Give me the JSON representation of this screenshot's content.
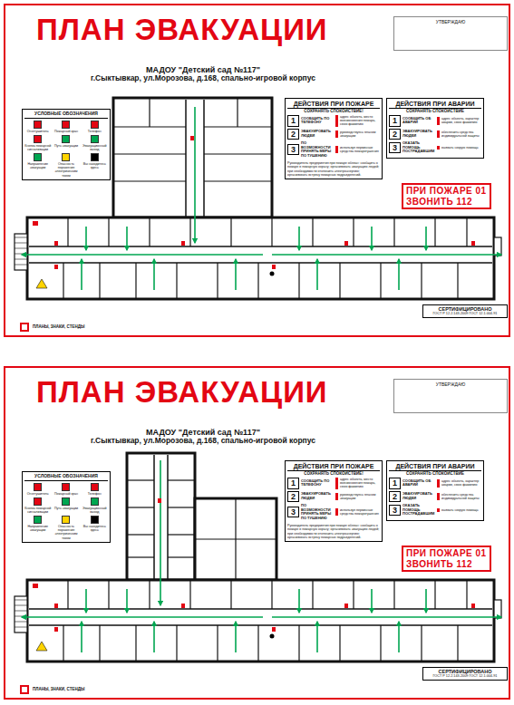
{
  "diagram": {
    "nodes": [
      {
        "text": [
          "ПЛАН ЭВАКУАЦИИ",
          "МАДОУ \"Детский сад №117\"",
          "г.Сыктывкар, ул.Морозова, д.168, спально-игровой корпус"
        ]
      },
      {
        "text": [
          "УТВЕРЖДАЮ"
        ],
        "in": 0
      },
      {
        "text": [
          "УСЛОВНЫЕ ОБОЗНАЧЕНИЯ"
        ],
        "in": 0
      },
      {
        "text": [
          "ДЕЙСТВИЯ ПРИ ПОЖАРЕ",
          "СОХРАНЯТЬ СПОКОЙСТВИЕ!",
          "Руководитель предприятия при пожаре обязан: сообщить о пожаре в пожарную охрану; организовать эвакуацию людей; при необходимости отключить электроэнергию; организовать встречу пожарных подразделений."
        ],
        "in": 0
      },
      {
        "text": [
          "1",
          "СООБЩИТЬ ПО ТЕЛЕФОНУ",
          "адрес объекта, место возникновения пожара, свою фамилию"
        ],
        "in": 3
      },
      {
        "text": [
          "2",
          "ЭВАКУИРОВАТЬ ЛЮДЕЙ",
          "руководствуясь планом эвакуации"
        ],
        "in": 3
      },
      {
        "text": [
          "3",
          "ПО ВОЗМОЖНОСТИ ПРИНЯТЬ МЕРЫ ПО ТУШЕНИЮ",
          "используя первичные средства пожаротушения"
        ],
        "in": 3
      },
      {
        "text": [
          "ДЕЙСТВИЯ ПРИ АВАРИИ",
          "СОХРАНЯТЬ СПОКОЙСТВИЕ"
        ],
        "in": 0
      },
      {
        "text": [
          "1",
          "СООБЩИТЬ ОБ АВАРИИ",
          "адрес объекта, характер аварии, свою фамилию"
        ],
        "in": 7
      },
      {
        "text": [
          "2",
          "ЭВАКУИРОВАТЬ ЛЮДЕЙ",
          "обеспечить средства индивидуальной защиты"
        ],
        "in": 7
      },
      {
        "text": [
          "3",
          "ОКАЗАТЬ ПОМОЩЬ ПОСТРАДАВШИМ",
          "вызвать скорую помощь"
        ],
        "in": 7
      },
      {
        "text": [
          "ПРИ ПОЖАРЕ 01",
          "ЗВОНИТЬ 112"
        ],
        "in": 0
      },
      {
        "text": [
          "СЕРТИФИЦИРОВАНО",
          "ГОСТ Р 12.2.143-2009 ГОСТ 12.1.004-91"
        ],
        "in": 0
      },
      {
        "text": [
          "ПЛАН ЭВАКУАЦИИ",
          "МАДОУ \"Детский сад №117\"",
          "г.Сыктывкар, ул.Морозова, д.168, спально-игровой корпус"
        ]
      },
      {
        "text": [
          "УТВЕРЖДАЮ"
        ],
        "in": 13
      },
      {
        "text": [
          "УСЛОВНЫЕ ОБОЗНАЧЕНИЯ"
        ],
        "in": 13
      },
      {
        "text": [
          "ДЕЙСТВИЯ ПРИ ПОЖАРЕ",
          "СОХРАНЯТЬ СПОКОЙСТВИЕ!",
          "Руководитель предприятия при пожаре обязан: сообщить о пожаре в пожарную охрану; организовать эвакуацию людей; при необходимости отключить электроэнергию; организовать встречу пожарных подразделений."
        ],
        "in": 13
      },
      {
        "text": [
          "1",
          "СООБЩИТЬ ПО ТЕЛЕФОНУ",
          "адрес объекта, место возникновения пожара, свою фамилию"
        ],
        "in": 16
      },
      {
        "text": [
          "2",
          "ЭВАКУИРОВАТЬ ЛЮДЕЙ",
          "руководствуясь планом эвакуации"
        ],
        "in": 16
      },
      {
        "text": [
          "3",
          "ПО ВОЗМОЖНОСТИ ПРИНЯТЬ МЕРЫ ПО ТУШЕНИЮ",
          "используя первичные средства пожаротушения"
        ],
        "in": 16
      },
      {
        "text": [
          "ДЕЙСТВИЯ ПРИ АВАРИИ",
          "СОХРАНЯТЬ СПОКОЙСТВИЕ"
        ],
        "in": 13
      },
      {
        "text": [
          "1",
          "СООБЩИТЬ ОБ АВАРИИ",
          "адрес объекта, характер аварии, свою фамилию"
        ],
        "in": 20
      },
      {
        "text": [
          "2",
          "ЭВАКУИРОВАТЬ ЛЮДЕЙ",
          "обеспечить средства индивидуальной защиты"
        ],
        "in": 20
      },
      {
        "text": [
          "3",
          "ОКАЗАТЬ ПОМОЩЬ ПОСТРАДАВШИМ",
          "вызвать скорую помощь"
        ],
        "in": 20
      },
      {
        "text": [
          "ПРИ ПОЖАРЕ 01",
          "ЗВОНИТЬ 112"
        ],
        "in": 13
      },
      {
        "text": [
          "СЕРТИФИЦИРОВАНО",
          "ГОСТ Р 12.2.143-2009 ГОСТ 12.1.004-91"
        ],
        "in": 13
      }
    ],
    "labels": [
      "ПЛАНЫ, ЗНАКИ, СТЕНДЫ",
      "ПЛАНЫ, ЗНАКИ, СТЕНДЫ"
    ],
    "legend": [
      {
        "text": "Огнетушитель",
        "color": "#e30613"
      },
      {
        "text": "Пожарный кран",
        "color": "#e30613"
      },
      {
        "text": "Телефон",
        "color": "#e30613"
      },
      {
        "text": "Кнопка пожарной сигнализации",
        "color": "#e30613"
      },
      {
        "text": "Путь эвакуации",
        "color": "#00a651"
      },
      {
        "text": "Эвакуационный выход",
        "color": "#00a651"
      },
      {
        "text": "Направление эвакуации",
        "color": "#00a651"
      },
      {
        "text": "Опасность поражения электрическим током",
        "color": "#ffd400"
      },
      {
        "text": "Вы находитесь здесь",
        "color": "#000000"
      },
      {
        "text": "Огнетушитель",
        "color": "#e30613"
      },
      {
        "text": "Пожарный кран",
        "color": "#e30613"
      },
      {
        "text": "Телефон",
        "color": "#e30613"
      },
      {
        "text": "Кнопка пожарной сигнализации",
        "color": "#e30613"
      },
      {
        "text": "Путь эвакуации",
        "color": "#00a651"
      },
      {
        "text": "Эвакуационный выход",
        "color": "#00a651"
      },
      {
        "text": "Направление эвакуации",
        "color": "#00a651"
      },
      {
        "text": "Опасность поражения электрическим током",
        "color": "#ffd400"
      },
      {
        "text": "Вы находитесь здесь",
        "color": "#000000"
      }
    ]
  }
}
